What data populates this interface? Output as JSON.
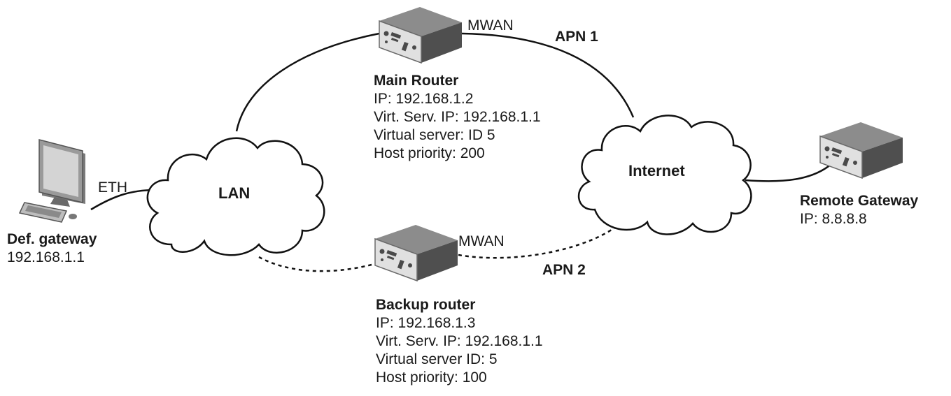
{
  "links": {
    "eth_label": "ETH",
    "mwan_main_label": "MWAN",
    "mwan_backup_label": "MWAN",
    "apn1_label": "APN 1",
    "apn2_label": "APN 2"
  },
  "clouds": {
    "lan_label": "LAN",
    "internet_label": "Internet"
  },
  "pc": {
    "title": "Def. gateway",
    "ip": "192.168.1.1"
  },
  "main_router": {
    "title": "Main Router",
    "ip": "IP: 192.168.1.2",
    "virt_ip": "Virt. Serv. IP: 192.168.1.1",
    "virt_id": "Virtual server: ID 5",
    "priority": "Host priority: 200"
  },
  "backup_router": {
    "title": "Backup router",
    "ip": "IP: 192.168.1.3",
    "virt_ip": "Virt. Serv. IP: 192.168.1.1",
    "virt_id": "Virtual server ID: 5",
    "priority": "Host priority: 100"
  },
  "remote_gateway": {
    "title": "Remote Gateway",
    "ip": "IP: 8.8.8.8"
  },
  "colors": {
    "line": "#111111",
    "router_body": "#6b6b6b",
    "router_face": "#d8d8d8",
    "cloud_fill": "#ffffff"
  }
}
